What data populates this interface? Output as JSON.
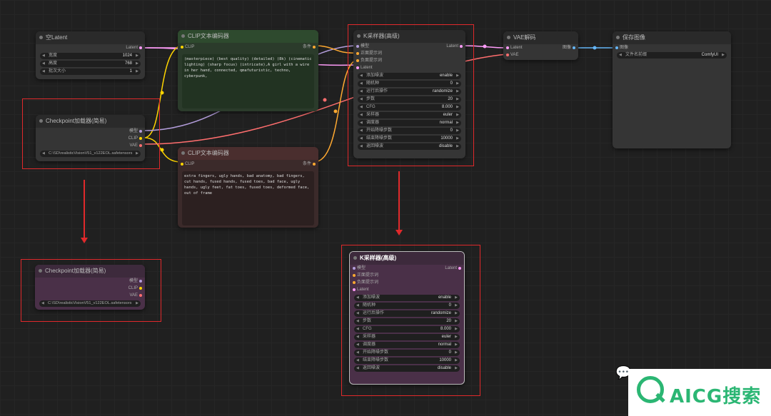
{
  "empty_latent": {
    "title": "空Latent",
    "output": "Latent",
    "rows": [
      {
        "label": "宽度",
        "value": "1024"
      },
      {
        "label": "高度",
        "value": "768"
      },
      {
        "label": "批次大小",
        "value": "1"
      }
    ]
  },
  "clip_positive": {
    "title": "CLIP文本编码器",
    "input": "CLIP",
    "output": "条件",
    "text": "(masterpiece) (best quality) (detailed) (8k) (cinematic lighting) (sharp focus) (intricate),A girl with a wire in her hand, connected, qmafuturistic, techno, cyberpunk,"
  },
  "clip_negative": {
    "title": "CLIP文本编码器",
    "input": "CLIP",
    "output": "条件",
    "text": "extra fingers, ugly hands, bad anatomy, bad fingers, cut hands, fused hands, fused toes, bad face, ugly hands, ugly feet, fat toes, fused toes, deformed face, out of frame"
  },
  "checkpoint": {
    "title": "Checkpoint加载器(简易)",
    "outputs": [
      "模型",
      "CLIP",
      "VAE"
    ],
    "model": "C:\\SD\\realisticVisionV51_v122EOL.safetensors"
  },
  "ksampler": {
    "title": "K采样器(高级)",
    "inputs": [
      "模型",
      "正面提示词",
      "负面提示词",
      "Latent"
    ],
    "output": "Latent",
    "rows": [
      {
        "label": "添加噪波",
        "value": "enable"
      },
      {
        "label": "随机种",
        "value": "0"
      },
      {
        "label": "运行后操作",
        "value": "randomize"
      },
      {
        "label": "步数",
        "value": "20"
      },
      {
        "label": "CFG",
        "value": "8.000"
      },
      {
        "label": "采样器",
        "value": "euler"
      },
      {
        "label": "调度器",
        "value": "normal"
      },
      {
        "label": "开始降噪步数",
        "value": "0"
      },
      {
        "label": "结束降噪步数",
        "value": "10000"
      },
      {
        "label": "返回噪波",
        "value": "disable"
      }
    ]
  },
  "vae_decode": {
    "title": "VAE解码",
    "inputs": [
      "Latent",
      "VAE"
    ],
    "output": "图像"
  },
  "save_image": {
    "title": "保存图像",
    "input": "图像",
    "row": {
      "label": "文件名前缀",
      "value": "ComfyUI"
    }
  },
  "watermark": {
    "text": "AICG搜索"
  },
  "colors": {
    "latent": "#ff9cf9",
    "clip": "#ffd500",
    "model": "#b39ddb",
    "vae": "#ff6e6e",
    "image": "#64b5f6",
    "cond": "#ffa931",
    "highlight": "#e0292b"
  }
}
